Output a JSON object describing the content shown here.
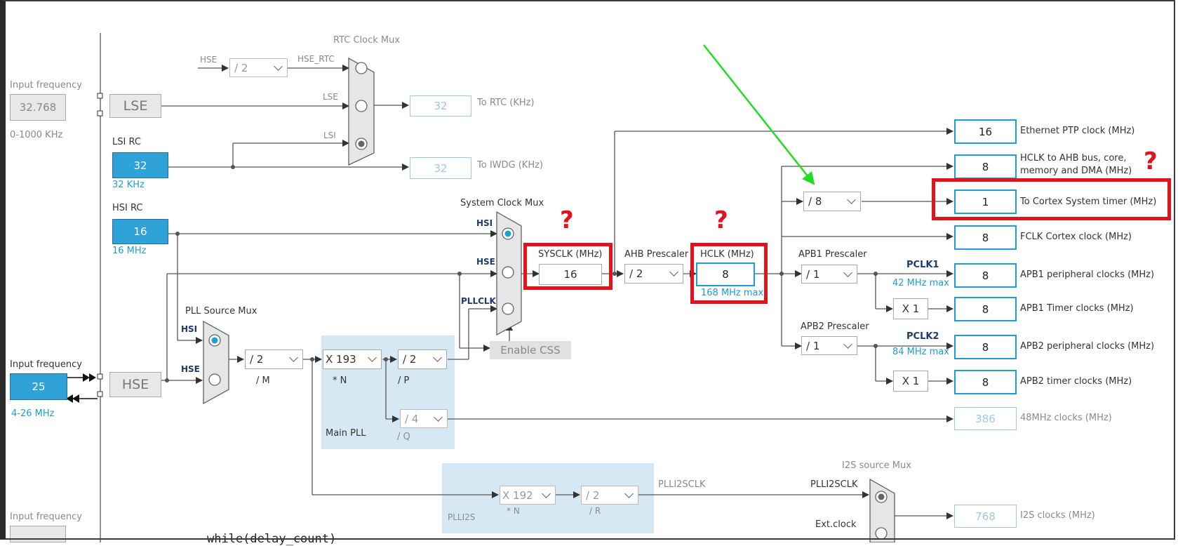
{
  "sources": {
    "lse": {
      "label": "LSE",
      "input_caption": "Input frequency",
      "input_value": "32.768",
      "range": "0-1000 KHz"
    },
    "lsi": {
      "title": "LSI RC",
      "value": "32",
      "freq": "32 KHz"
    },
    "hsi": {
      "title": "HSI RC",
      "value": "16",
      "freq": "16 MHz"
    },
    "hse": {
      "label": "HSE",
      "input_caption": "Input frequency",
      "input_value": "25",
      "range": "4-26 MHz"
    },
    "i2s_ext": {
      "input_caption": "Input frequency"
    }
  },
  "rtc": {
    "title": "RTC Clock Mux",
    "hse_label": "HSE",
    "div": "/ 2",
    "hse_rtc_label": "HSE_RTC",
    "lse_label": "LSE",
    "lsi_label": "LSI",
    "rtc_out": "32",
    "rtc_label": "To RTC (KHz)",
    "iwdg_out": "32",
    "iwdg_label": "To IWDG (KHz)"
  },
  "pll": {
    "source_mux_title": "PLL Source Mux",
    "hsi_label": "HSI",
    "hse_label": "HSE",
    "m_div": "/ 2",
    "m_label": "/ M",
    "n_mul": "X 193",
    "n_label": "* N",
    "p_div": "/ 2",
    "p_label": "/ P",
    "q_div": "/ 4",
    "q_label": "/ Q",
    "main_label": "Main PLL"
  },
  "sysclk": {
    "mux_title": "System Clock Mux",
    "hsi_label": "HSI",
    "hse_label": "HSE",
    "pllclk_label": "PLLCLK",
    "enable_css": "Enable CSS",
    "title": "SYSCLK (MHz)",
    "value": "16"
  },
  "ahb": {
    "title": "AHB Prescaler",
    "div": "/ 2"
  },
  "hclk": {
    "title": "HCLK (MHz)",
    "value": "8",
    "max": "168 MHz max"
  },
  "cortex_div": "/ 8",
  "apb1": {
    "title": "APB1 Prescaler",
    "div": "/ 1",
    "pclk": "PCLK1",
    "max": "42 MHz max",
    "timer_mul": "X 1"
  },
  "apb2": {
    "title": "APB2 Prescaler",
    "div": "/ 1",
    "pclk": "PCLK2",
    "max": "84 MHz max",
    "timer_mul": "X 1"
  },
  "outputs": [
    {
      "value": "16",
      "label": "Ethernet PTP clock (MHz)"
    },
    {
      "value": "8",
      "label": "HCLK to AHB bus, core,",
      "label2": "memory and DMA (MHz)"
    },
    {
      "value": "1",
      "label": "To Cortex System timer (MHz)"
    },
    {
      "value": "8",
      "label": "FCLK Cortex clock (MHz)"
    },
    {
      "value": "8",
      "label": "APB1 peripheral clocks (MHz)"
    },
    {
      "value": "8",
      "label": "APB1 Timer clocks (MHz)"
    },
    {
      "value": "8",
      "label": "APB2 peripheral clocks (MHz)"
    },
    {
      "value": "8",
      "label": "APB2 timer clocks (MHz)"
    },
    {
      "value": "386",
      "label": "48MHz clocks (MHz)"
    }
  ],
  "plli2s": {
    "n_mul": "X 192",
    "n_label": "* N",
    "r_div": "/ 2",
    "r_label": "/ R",
    "name": "PLLI2S",
    "out_label": "PLLI2SCLK",
    "source_mux_title": "I2S source Mux",
    "mux_in_label": "PLLI2SCLK",
    "ext_label": "Ext.clock",
    "out_value": "768",
    "out_caption": "I2S clocks (MHz)"
  },
  "annotations": {
    "question_mark": "?"
  },
  "background_snippet": "while(delay_count)",
  "colors": {
    "accent_blue": "#1a9fd8",
    "annotation_red": "#e0141b",
    "arrow_green": "#22dd22",
    "panel_blue": "#d7e8f5"
  }
}
